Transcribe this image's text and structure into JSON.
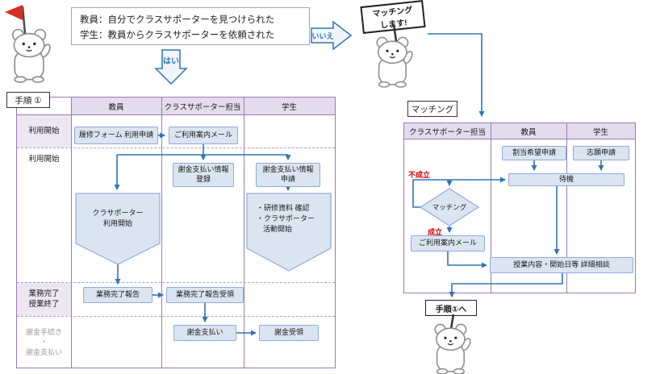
{
  "colors": {
    "arrow": "#2e75b6",
    "node_fill": "#dbe5f1",
    "node_border": "#8faadc",
    "table_border": "#9b79b5",
    "header_bg": "#e3dced",
    "row_label_bg": "#ece7f3",
    "branch_red": "#e00000",
    "flag_red": "#d93025"
  },
  "top": {
    "condition": {
      "line1": "教員：自分でクラスサポーターを見つけられた",
      "line2": "学生：教員からクラスサポーターを依頼された"
    },
    "yes_label": "はい",
    "no_label": "いいえ",
    "matching_sign": {
      "line1": "マッチング",
      "line2": "します!"
    }
  },
  "procedure_chart": {
    "tag": "手順 ①",
    "columns": {
      "teacher": "教員",
      "staff": "クラスサポーター担当",
      "student": "学生"
    },
    "rows": {
      "r1": "利用開始",
      "r2": "利用開始",
      "r3_line1": "業務完了",
      "r3_line2": "授業終了",
      "r4_line1": "謝金手続き",
      "r4_line2": "・",
      "r4_line3": "謝金支払い"
    },
    "nodes": {
      "apply_form": "履修フォーム 利用申請",
      "guide_mail": "ご利用案内メール",
      "pay_info_line": "謝金支払い情報",
      "register": "登録",
      "apply": "申請",
      "start_line1": "クラサポーター",
      "start_line2": "利用開始",
      "student_line1": "・研修資料 確認",
      "student_line2": "・クラサポーター",
      "student_line3": "活動開始",
      "work_report": "業務完了報告",
      "work_report_receive": "業務完了報告受領",
      "pay": "謝金支払い",
      "pay_receive": "謝金受領"
    }
  },
  "matching_chart": {
    "tag": "マッチング",
    "columns": {
      "staff": "クラスサポーター担当",
      "teacher": "教員",
      "student": "学生"
    },
    "nodes": {
      "assign_request": "割当希望申請",
      "volunteer": "志願申請",
      "wait": "待機",
      "matching": "マッチング",
      "fail": "不成立",
      "success": "成立",
      "guide_mail": "ご利用案内メール",
      "detail": "授業内容・開始日等 詳細相談",
      "to_step1": "手順①へ"
    }
  }
}
